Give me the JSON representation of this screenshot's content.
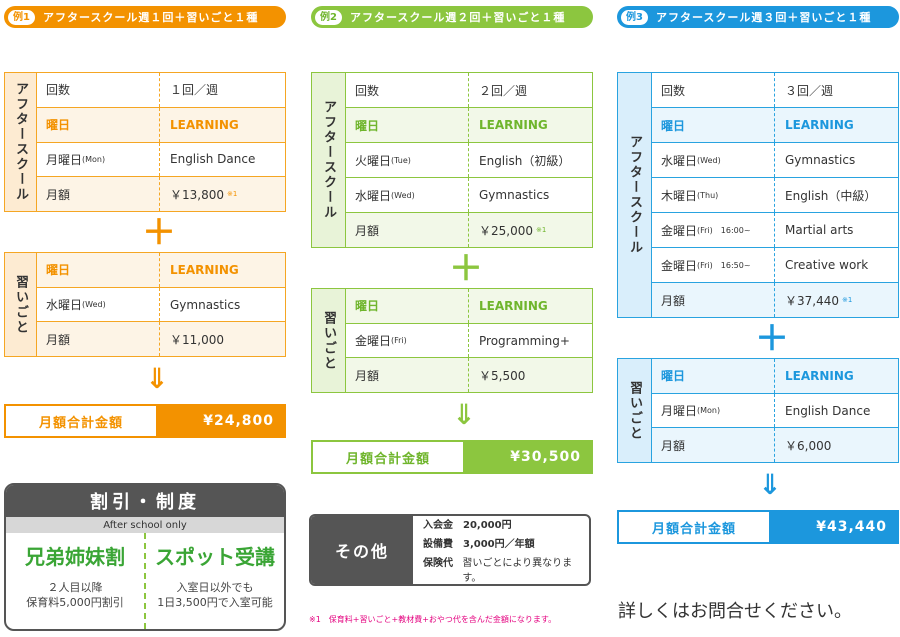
{
  "colors": {
    "orange": "#f39200",
    "green": "#8cc63f",
    "blue": "#1c97dd",
    "footnote": "#e4007f"
  },
  "ex1": {
    "tag": "例1",
    "title": "アフタースクール週１回＋習いごと１種",
    "after": {
      "label": "アフタースクール",
      "rows": [
        {
          "a": "回数",
          "b": "１回／週"
        },
        {
          "a": "曜日",
          "b": "LEARNING"
        },
        {
          "a": "月曜日",
          "a_sub": "(Mon)",
          "b": "English Dance"
        },
        {
          "a": "月額",
          "b": "￥13,800",
          "note": "※1"
        }
      ]
    },
    "lesson": {
      "label": "習いごと",
      "rows": [
        {
          "a": "曜日",
          "b": "LEARNING"
        },
        {
          "a": "水曜日",
          "a_sub": "(Wed)",
          "b": "Gymnastics"
        },
        {
          "a": "月額",
          "b": "￥11,000"
        }
      ]
    },
    "total_label": "月額合計金額",
    "total_value": "¥24,800"
  },
  "ex2": {
    "tag": "例2",
    "title": "アフタースクール週２回＋習いごと１種",
    "after": {
      "label": "アフタースクール",
      "rows": [
        {
          "a": "回数",
          "b": "２回／週"
        },
        {
          "a": "曜日",
          "b": "LEARNING"
        },
        {
          "a": "火曜日",
          "a_sub": "(Tue)",
          "b": "English（初級）"
        },
        {
          "a": "水曜日",
          "a_sub": "(Wed)",
          "b": "Gymnastics"
        },
        {
          "a": "月額",
          "b": "￥25,000",
          "note": "※1"
        }
      ]
    },
    "lesson": {
      "label": "習いごと",
      "rows": [
        {
          "a": "曜日",
          "b": "LEARNING"
        },
        {
          "a": "金曜日",
          "a_sub": "(Fri)",
          "b": "Programming+"
        },
        {
          "a": "月額",
          "b": "￥5,500"
        }
      ]
    },
    "total_label": "月額合計金額",
    "total_value": "¥30,500"
  },
  "ex3": {
    "tag": "例3",
    "title": "アフタースクール週３回＋習いごと１種",
    "after": {
      "label": "アフタースクール",
      "rows": [
        {
          "a": "回数",
          "b": "３回／週"
        },
        {
          "a": "曜日",
          "b": "LEARNING"
        },
        {
          "a": "水曜日",
          "a_sub": "(Wed)",
          "b": "Gymnastics"
        },
        {
          "a": "木曜日",
          "a_sub": "(Thu)",
          "b": "English（中級）"
        },
        {
          "a": "金曜日",
          "a_sub": "(Fri)　16:00~",
          "b": "Martial arts"
        },
        {
          "a": "金曜日",
          "a_sub": "(Fri)　16:50~",
          "b": "Creative work"
        },
        {
          "a": "月額",
          "b": "￥37,440",
          "note": "※1"
        }
      ]
    },
    "lesson": {
      "label": "習いごと",
      "rows": [
        {
          "a": "曜日",
          "b": "LEARNING"
        },
        {
          "a": "月曜日",
          "a_sub": "(Mon)",
          "b": "English Dance"
        },
        {
          "a": "月額",
          "b": "￥6,000"
        }
      ]
    },
    "total_label": "月額合計金額",
    "total_value": "¥43,440"
  },
  "symbols": {
    "plus": "＋",
    "arrow": "⇓"
  },
  "discount": {
    "title": "割引・制度",
    "subtitle": "After school only",
    "left": {
      "head": "兄弟姉妹割",
      "line1": "２人目以降",
      "line2": "保育料5,000円割引"
    },
    "right": {
      "head": "スポット受講",
      "line1": "入室日以外でも",
      "line2": "1日3,500円で入室可能"
    }
  },
  "other": {
    "label": "その他",
    "items": [
      {
        "k": "入会金",
        "v": "20,000円"
      },
      {
        "k": "設備費",
        "v": "3,000円／年額"
      },
      {
        "k": "保険代",
        "v": "習いごとにより異なります。"
      }
    ]
  },
  "footnote": "※1　保育料+習いごと+教材費+おやつ代を含んだ金額になります。",
  "inquire": "詳しくはお問合せください。"
}
